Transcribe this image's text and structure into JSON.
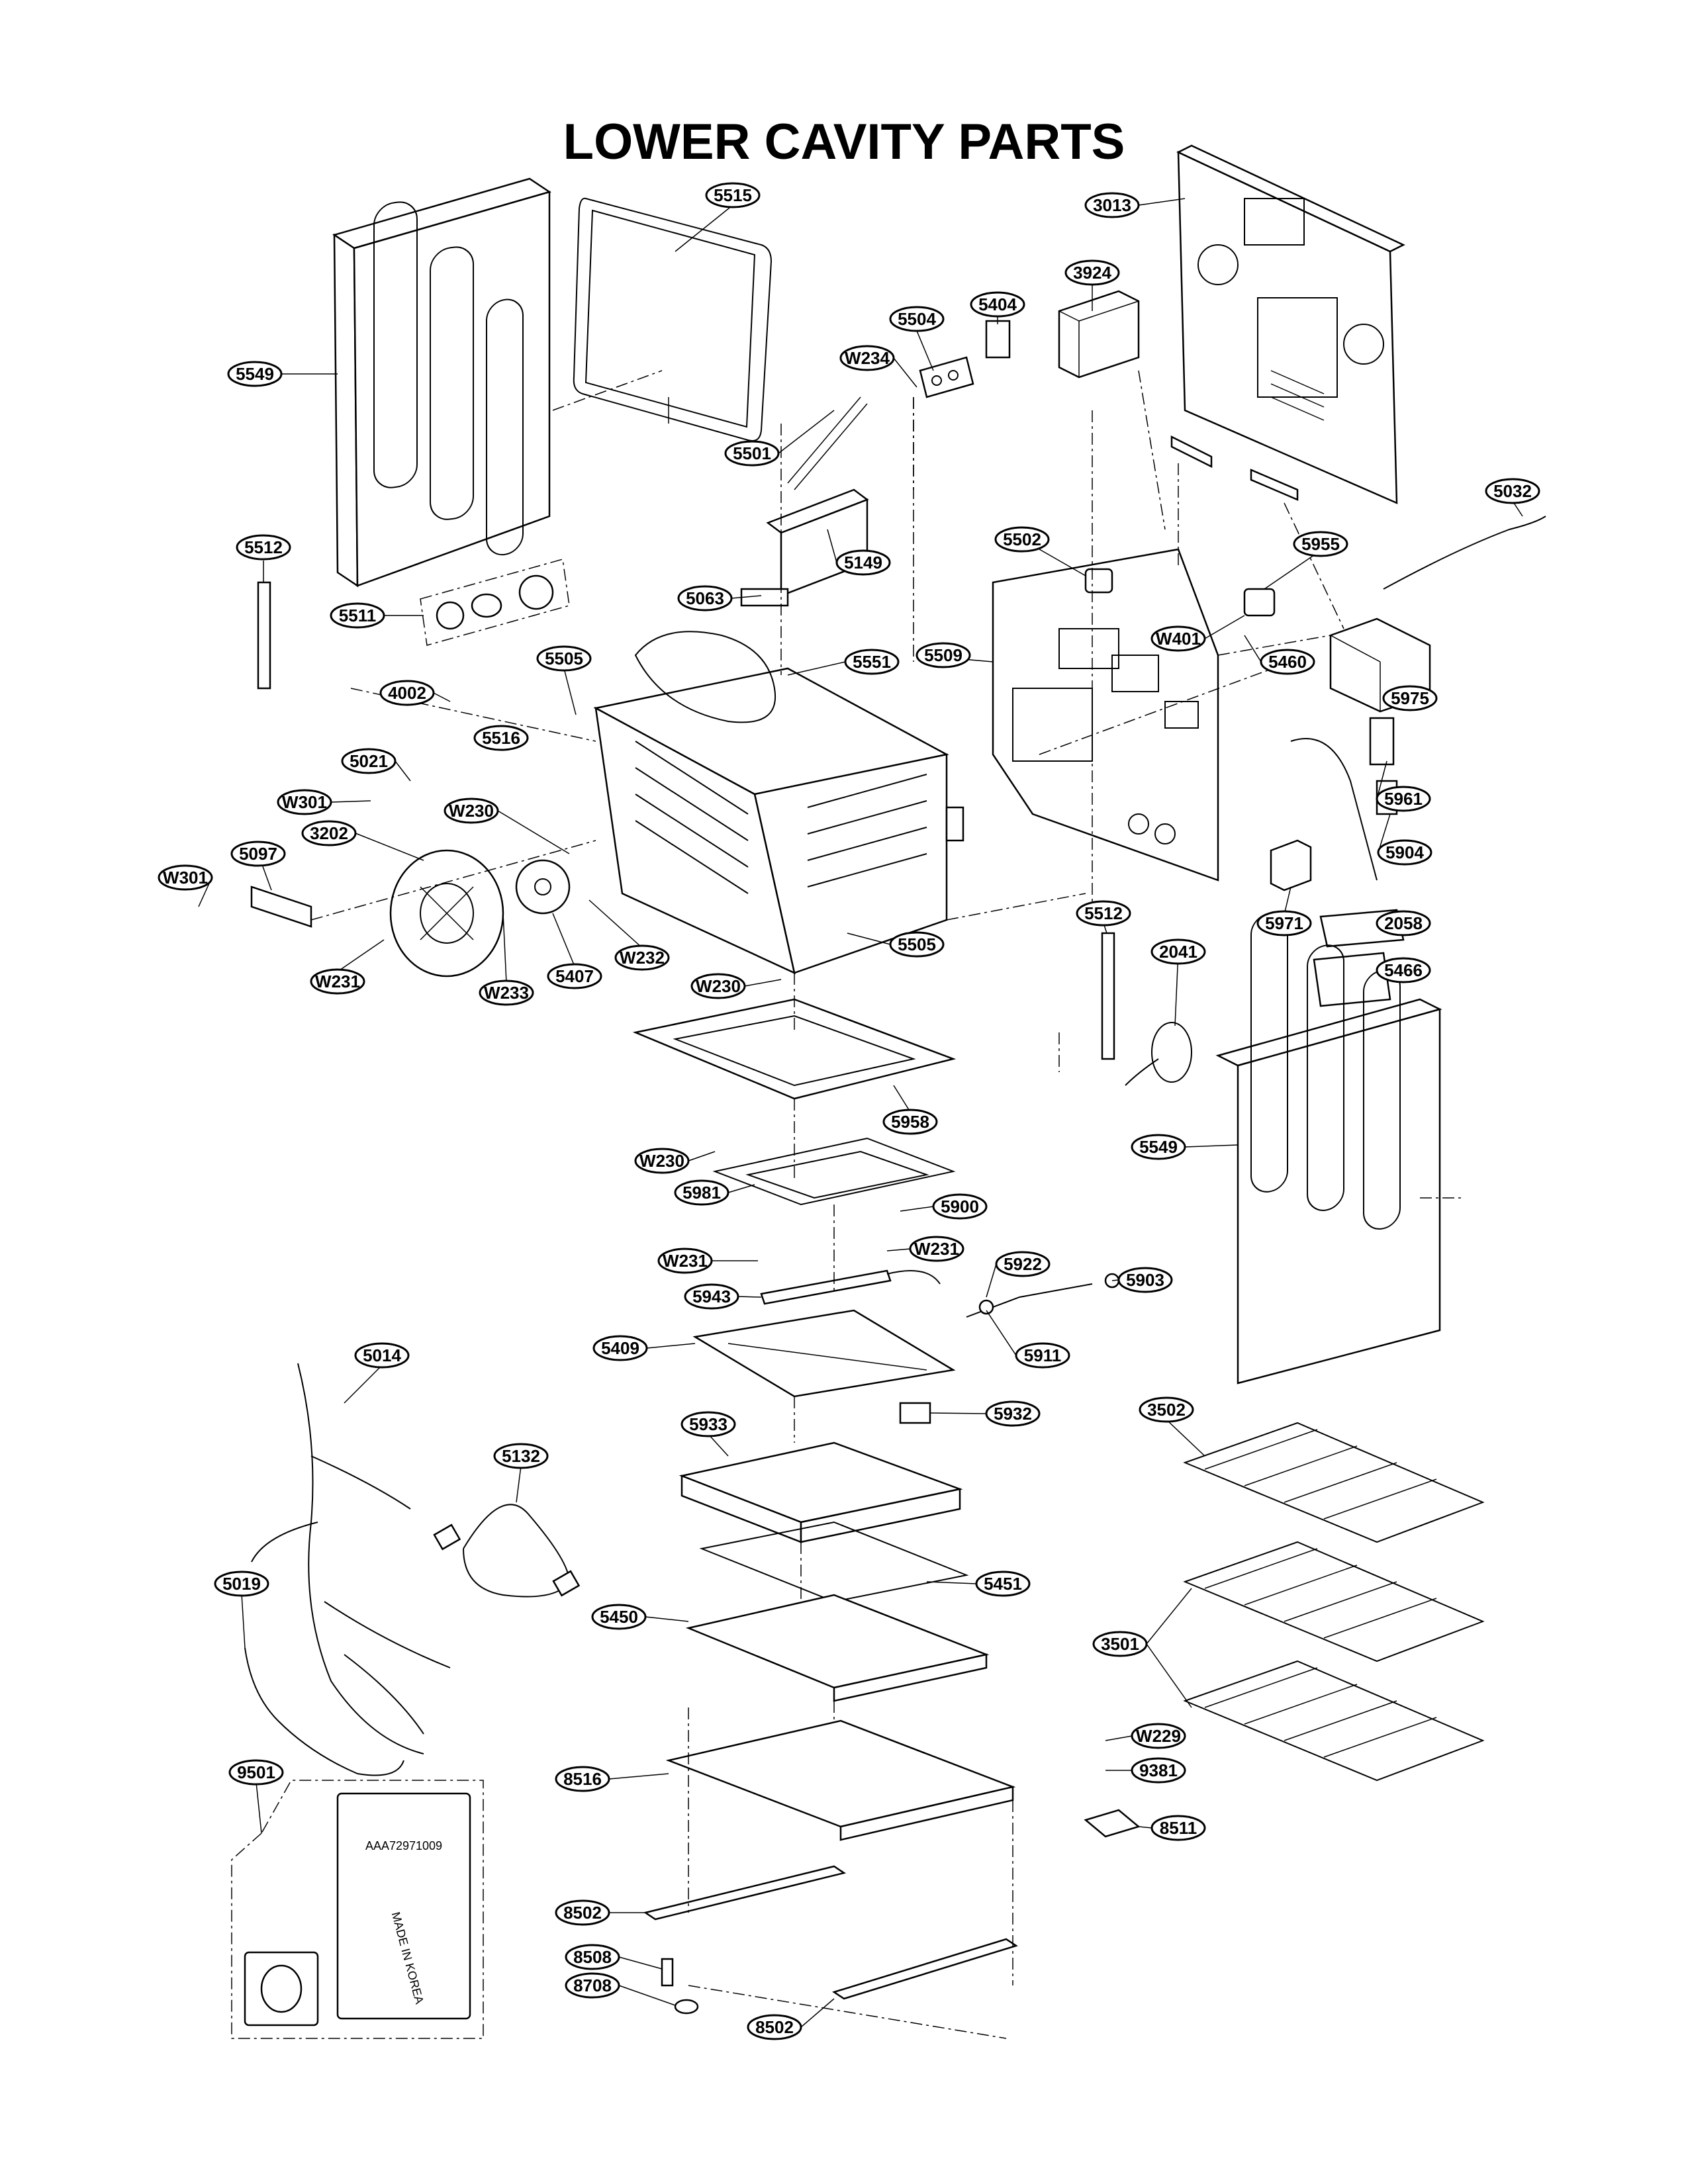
{
  "title": "LOWER CAVITY PARTS",
  "bag_label": {
    "code": "AAA72971009",
    "origin": "MADE IN KOREA"
  },
  "callouts": [
    {
      "label": "5515"
    },
    {
      "label": "3013"
    },
    {
      "label": "3924"
    },
    {
      "label": "5404"
    },
    {
      "label": "5504"
    },
    {
      "label": "W234"
    },
    {
      "label": "5549"
    },
    {
      "label": "5501"
    },
    {
      "label": "5032"
    },
    {
      "label": "5512"
    },
    {
      "label": "5502"
    },
    {
      "label": "5955"
    },
    {
      "label": "5149"
    },
    {
      "label": "5511"
    },
    {
      "label": "5063"
    },
    {
      "label": "W401"
    },
    {
      "label": "5551"
    },
    {
      "label": "5509"
    },
    {
      "label": "5460"
    },
    {
      "label": "5505"
    },
    {
      "label": "4002"
    },
    {
      "label": "5516"
    },
    {
      "label": "5975"
    },
    {
      "label": "5021"
    },
    {
      "label": "W230"
    },
    {
      "label": "W301"
    },
    {
      "label": "5961"
    },
    {
      "label": "3202"
    },
    {
      "label": "5097"
    },
    {
      "label": "5904"
    },
    {
      "label": "W301"
    },
    {
      "label": "5971"
    },
    {
      "label": "5512"
    },
    {
      "label": "2058"
    },
    {
      "label": "2041"
    },
    {
      "label": "W232"
    },
    {
      "label": "5505"
    },
    {
      "label": "W231"
    },
    {
      "label": "W233"
    },
    {
      "label": "5407"
    },
    {
      "label": "5466"
    },
    {
      "label": "W230"
    },
    {
      "label": "5958"
    },
    {
      "label": "5549"
    },
    {
      "label": "W230"
    },
    {
      "label": "5981"
    },
    {
      "label": "5900"
    },
    {
      "label": "W231"
    },
    {
      "label": "W231"
    },
    {
      "label": "5922"
    },
    {
      "label": "5903"
    },
    {
      "label": "5943"
    },
    {
      "label": "5014"
    },
    {
      "label": "5409"
    },
    {
      "label": "5911"
    },
    {
      "label": "5933"
    },
    {
      "label": "5932"
    },
    {
      "label": "3502"
    },
    {
      "label": "5132"
    },
    {
      "label": "5451"
    },
    {
      "label": "5019"
    },
    {
      "label": "5450"
    },
    {
      "label": "3501"
    },
    {
      "label": "W229"
    },
    {
      "label": "9501"
    },
    {
      "label": "9381"
    },
    {
      "label": "8516"
    },
    {
      "label": "8511"
    },
    {
      "label": "8502"
    },
    {
      "label": "8508"
    },
    {
      "label": "8708"
    },
    {
      "label": "8502"
    }
  ]
}
